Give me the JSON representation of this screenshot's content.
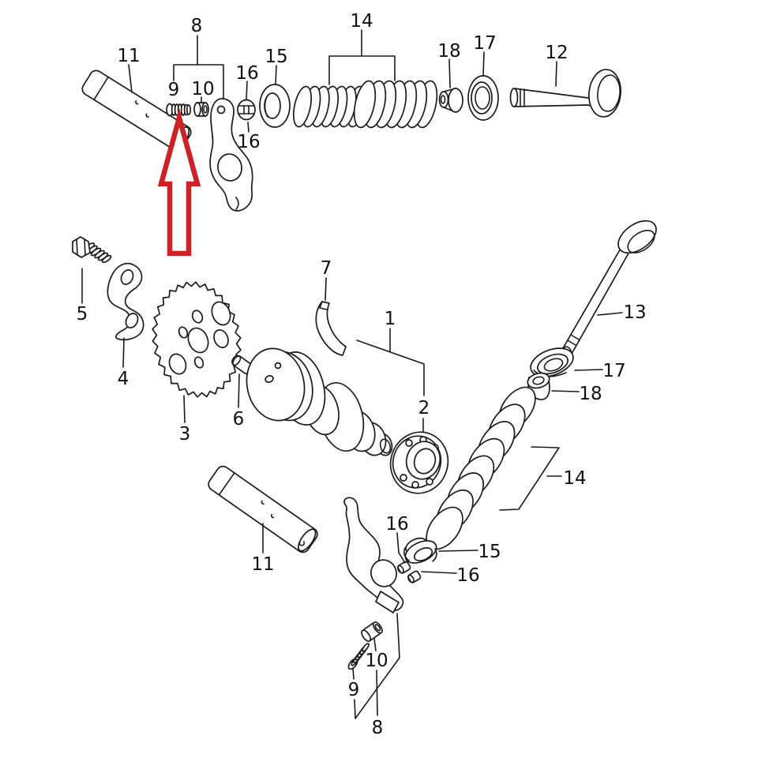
{
  "diagram": {
    "kind": "exploded-parts-diagram",
    "subject": "camshaft-and-valve-assembly",
    "colors": {
      "background": "#ffffff",
      "line": "#1b1b1b",
      "highlight_arrow": "#cc2127"
    },
    "highlighted_part_label": "9",
    "labels": {
      "l11_top": "11",
      "l8_top": "8",
      "l9_top": "9",
      "l10_top": "10",
      "l16_top_upper": "16",
      "l16_top_lower": "16",
      "l15_top": "15",
      "l14_top": "14",
      "l18_top": "18",
      "l17_top": "17",
      "l12": "12",
      "l5": "5",
      "l4": "4",
      "l3": "3",
      "l6": "6",
      "l7": "7",
      "l1": "1",
      "l2": "2",
      "l13": "13",
      "l17_right": "17",
      "l18_right": "18",
      "l14_bottom": "14",
      "l15_bottom": "15",
      "l16_bottom_left": "16",
      "l16_bottom_right": "16",
      "l11_bottom": "11",
      "l9_bottom": "9",
      "l10_bottom": "10",
      "l8_bottom": "8"
    }
  }
}
